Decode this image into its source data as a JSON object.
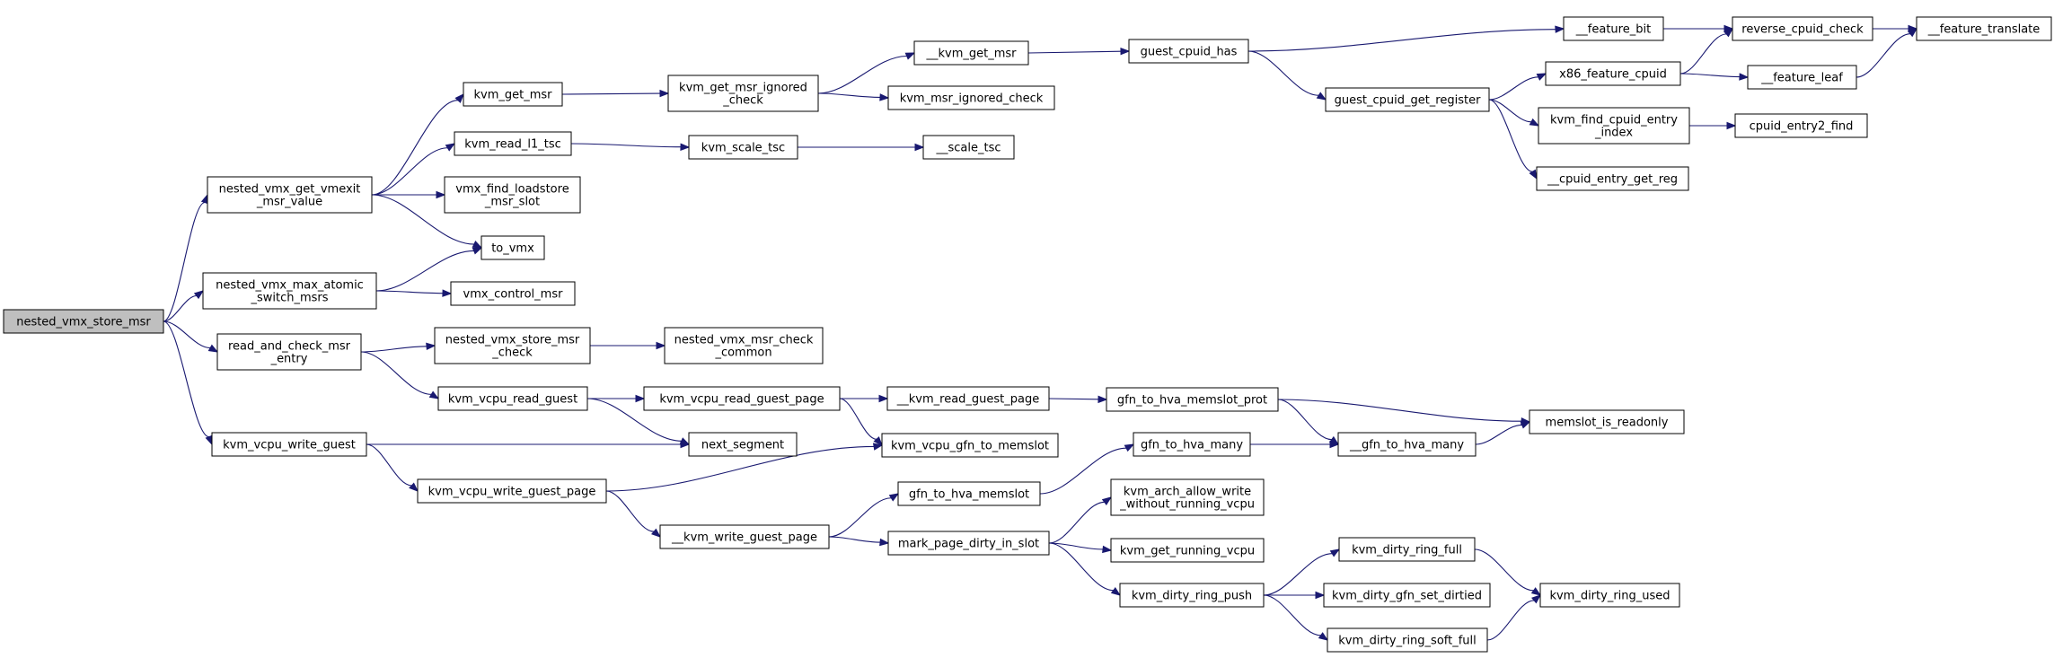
{
  "graph": {
    "nodes": [
      {
        "id": "n_root",
        "lines": [
          "nested_vmx_store_msr"
        ],
        "root": true
      },
      {
        "id": "n_get_vmexit",
        "lines": [
          "nested_vmx_get_vmexit",
          "_msr_value"
        ]
      },
      {
        "id": "n_max_atomic",
        "lines": [
          "nested_vmx_max_atomic",
          "_switch_msrs"
        ]
      },
      {
        "id": "n_read_check",
        "lines": [
          "read_and_check_msr",
          "_entry"
        ]
      },
      {
        "id": "n_write_guest",
        "lines": [
          "kvm_vcpu_write_guest"
        ]
      },
      {
        "id": "n_kvm_get_msr",
        "lines": [
          "kvm_get_msr"
        ]
      },
      {
        "id": "n_read_l1_tsc",
        "lines": [
          "kvm_read_l1_tsc"
        ]
      },
      {
        "id": "n_find_loadstore",
        "lines": [
          "vmx_find_loadstore",
          "_msr_slot"
        ]
      },
      {
        "id": "n_to_vmx",
        "lines": [
          "to_vmx"
        ]
      },
      {
        "id": "n_control_msr",
        "lines": [
          "vmx_control_msr"
        ]
      },
      {
        "id": "n_store_msr_check",
        "lines": [
          "nested_vmx_store_msr",
          "_check"
        ]
      },
      {
        "id": "n_read_guest",
        "lines": [
          "kvm_vcpu_read_guest"
        ]
      },
      {
        "id": "n_write_guest_page",
        "lines": [
          "kvm_vcpu_write_guest_page"
        ]
      },
      {
        "id": "n_ignored_check",
        "lines": [
          "kvm_get_msr_ignored",
          "_check"
        ]
      },
      {
        "id": "n_scale_tsc",
        "lines": [
          "kvm_scale_tsc"
        ]
      },
      {
        "id": "n_msr_check_common",
        "lines": [
          "nested_vmx_msr_check",
          "_common"
        ]
      },
      {
        "id": "n_read_guest_page",
        "lines": [
          "kvm_vcpu_read_guest_page"
        ]
      },
      {
        "id": "n_next_segment",
        "lines": [
          "next_segment"
        ]
      },
      {
        "id": "n__write_guest_page",
        "lines": [
          "__kvm_write_guest_page"
        ]
      },
      {
        "id": "n__kvm_get_msr",
        "lines": [
          "__kvm_get_msr"
        ]
      },
      {
        "id": "n_msr_ignored_check",
        "lines": [
          "kvm_msr_ignored_check"
        ]
      },
      {
        "id": "n__scale_tsc",
        "lines": [
          "__scale_tsc"
        ]
      },
      {
        "id": "n__read_guest_page",
        "lines": [
          "__kvm_read_guest_page"
        ]
      },
      {
        "id": "n_gfn_to_memslot",
        "lines": [
          "kvm_vcpu_gfn_to_memslot"
        ]
      },
      {
        "id": "n_hva_memslot",
        "lines": [
          "gfn_to_hva_memslot"
        ]
      },
      {
        "id": "n_mark_dirty",
        "lines": [
          "mark_page_dirty_in_slot"
        ]
      },
      {
        "id": "n_guest_cpuid_has",
        "lines": [
          "guest_cpuid_has"
        ]
      },
      {
        "id": "n_hva_memslot_prot",
        "lines": [
          "gfn_to_hva_memslot_prot"
        ]
      },
      {
        "id": "n_hva_many",
        "lines": [
          "gfn_to_hva_many"
        ]
      },
      {
        "id": "n_allow_write",
        "lines": [
          "kvm_arch_allow_write",
          "_without_running_vcpu"
        ]
      },
      {
        "id": "n_running_vcpu",
        "lines": [
          "kvm_get_running_vcpu"
        ]
      },
      {
        "id": "n_ring_push",
        "lines": [
          "kvm_dirty_ring_push"
        ]
      },
      {
        "id": "n_cpuid_get_register",
        "lines": [
          "guest_cpuid_get_register"
        ]
      },
      {
        "id": "n__hva_many",
        "lines": [
          "__gfn_to_hva_many"
        ]
      },
      {
        "id": "n_ring_full",
        "lines": [
          "kvm_dirty_ring_full"
        ]
      },
      {
        "id": "n_gfn_set_dirtied",
        "lines": [
          "kvm_dirty_gfn_set_dirtied"
        ]
      },
      {
        "id": "n_ring_soft_full",
        "lines": [
          "kvm_dirty_ring_soft_full"
        ]
      },
      {
        "id": "n__feature_bit",
        "lines": [
          "__feature_bit"
        ]
      },
      {
        "id": "n_x86_feature_cpuid",
        "lines": [
          "x86_feature_cpuid"
        ]
      },
      {
        "id": "n_find_cpuid_entry",
        "lines": [
          "kvm_find_cpuid_entry",
          "_index"
        ]
      },
      {
        "id": "n_cpuid_entry_get_reg",
        "lines": [
          "__cpuid_entry_get_reg"
        ]
      },
      {
        "id": "n_memslot_readonly",
        "lines": [
          "memslot_is_readonly"
        ]
      },
      {
        "id": "n_ring_used",
        "lines": [
          "kvm_dirty_ring_used"
        ]
      },
      {
        "id": "n_reverse_cpuid_check",
        "lines": [
          "reverse_cpuid_check"
        ]
      },
      {
        "id": "n__feature_leaf",
        "lines": [
          "__feature_leaf"
        ]
      },
      {
        "id": "n_cpuid_entry2_find",
        "lines": [
          "cpuid_entry2_find"
        ]
      },
      {
        "id": "n__feature_translate",
        "lines": [
          "__feature_translate"
        ]
      }
    ]
  }
}
